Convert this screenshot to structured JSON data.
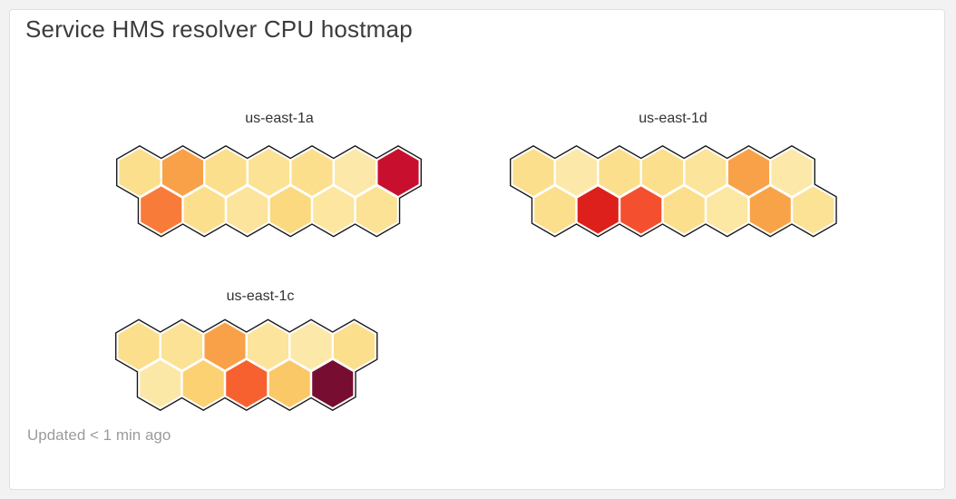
{
  "widget": {
    "title": "Service HMS resolver CPU hostmap",
    "updated": "Updated < 1 min ago"
  },
  "chart_data": {
    "type": "heatmap",
    "title": "Service HMS resolver CPU hostmap",
    "note_visible_values": "no numeric scale or legend shown; host load encoded as hexagon fill color",
    "groups": [
      {
        "label": "us-east-1a",
        "rows": [
          [
            "#fbdf8d",
            "#f9a148",
            "#fbdf8d",
            "#fbe295",
            "#fbdf8d",
            "#fce9a9",
            "#c8102e"
          ],
          [
            "#f87b3a",
            "#fbdf8d",
            "#fce49c",
            "#fbd97f",
            "#fce6a0",
            "#fbe295"
          ]
        ]
      },
      {
        "label": "us-east-1d",
        "rows": [
          [
            "#fbdf8d",
            "#fce8a8",
            "#fbdf8d",
            "#fbdf8d",
            "#fce49a",
            "#f9a148",
            "#fce9a9"
          ],
          [
            "#fbdf8d",
            "#dd201b",
            "#f4502f",
            "#fbdf8d",
            "#fce7a3",
            "#f9a348",
            "#fbe295"
          ]
        ]
      },
      {
        "label": "us-east-1c",
        "rows": [
          [
            "#fbdf8d",
            "#fbe295",
            "#f9a148",
            "#fce49c",
            "#fce9a9",
            "#fbdf8d"
          ],
          [
            "#fce8a6",
            "#fbd172",
            "#f7612f",
            "#fbc868",
            "#770e32"
          ]
        ]
      }
    ],
    "cell_outline_color": "#161616",
    "cell_gap_color": "#ffffff"
  },
  "colors": {
    "page_bg": "#f2f2f2",
    "card_bg": "#ffffff",
    "card_border": "#e0e0e0",
    "title_text": "#3b3b3b",
    "zone_label_text": "#333333",
    "updated_text": "#9b9b9b"
  }
}
